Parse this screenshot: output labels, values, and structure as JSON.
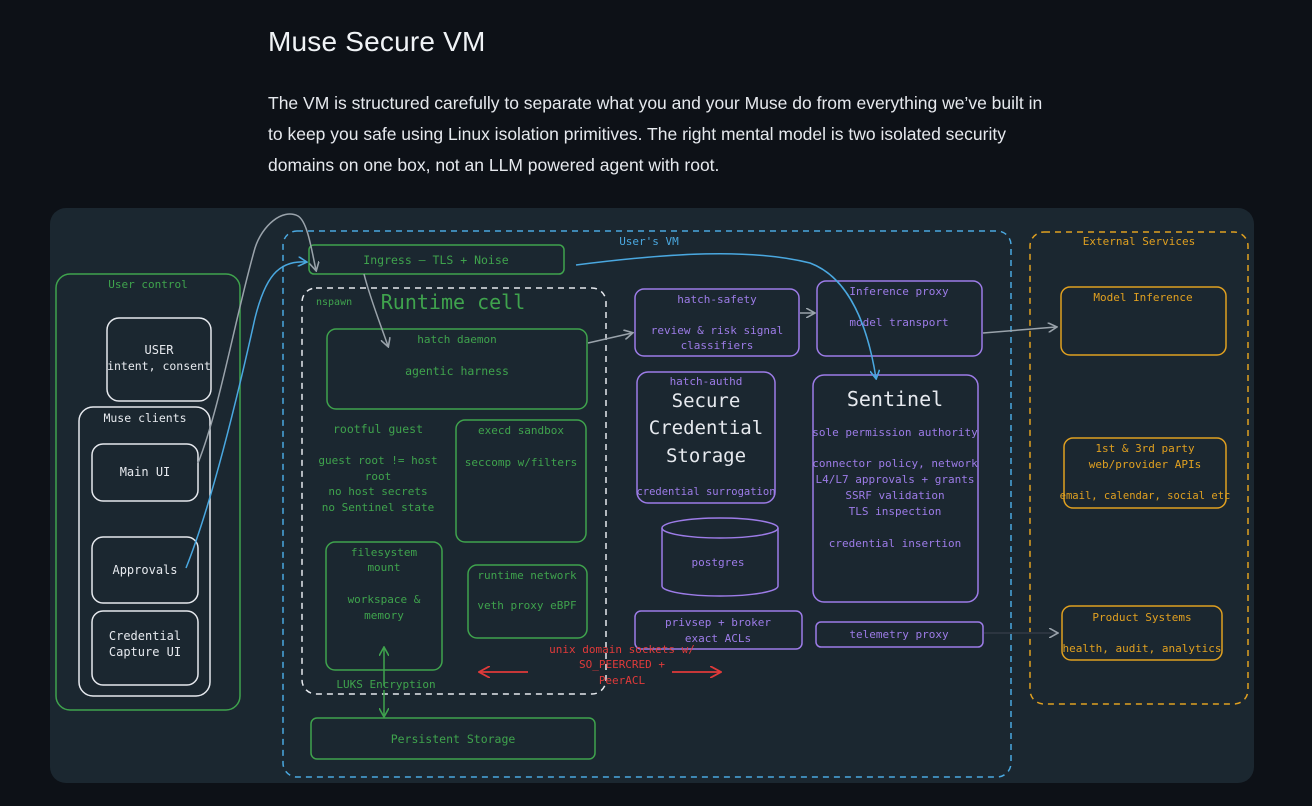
{
  "page": {
    "title": "Muse Secure VM",
    "intro": "The VM is structured carefully to separate what you and your Muse do from everything we’ve built in to keep you safe using Linux isolation primitives. The right mental model is two isolated security domains on one box, not an LLM powered agent with root."
  },
  "colors": {
    "green": "#3fa34d",
    "blue": "#4aa8e0",
    "purple": "#9d7ce8",
    "orange": "#e0a020",
    "white": "#e6e9ee",
    "red": "#e03a3a",
    "gray": "#9aa3ab"
  },
  "diagram": {
    "user_control": {
      "label": "User control",
      "user_line1": "USER",
      "user_line2": "intent, consent",
      "clients_label": "Muse clients",
      "main_ui": "Main UI",
      "approvals": "Approvals",
      "credential_line1": "Credential",
      "credential_line2": "Capture UI"
    },
    "users_vm": {
      "label": "User's VM",
      "ingress": "Ingress – TLS + Noise",
      "nspawn": "nspawn",
      "runtime_cell": "Runtime cell",
      "hatch_daemon_title": "hatch daemon",
      "hatch_daemon_body": "agentic harness",
      "rootful_title": "rootful guest",
      "rootful_line1": "guest root != host",
      "rootful_line2": "root",
      "rootful_line3": "no host secrets",
      "rootful_line4": "no Sentinel state",
      "execd_title": "execd sandbox",
      "execd_body": "seccomp w/filters",
      "fs_title1": "filesystem",
      "fs_title2": "mount",
      "fs_body1": "workspace &",
      "fs_body2": "memory",
      "runtime_network_title": "runtime network",
      "runtime_network_body": "veth proxy eBPF",
      "luks": "LUKS Encryption",
      "persistent_storage": "Persistent Storage",
      "hatch_safety_title": "hatch-safety",
      "hatch_safety_line1": "review & risk signal",
      "hatch_safety_line2": "classifiers",
      "inference_proxy_title": "Inference proxy",
      "inference_proxy_body": "model transport",
      "authd_title": "hatch-authd",
      "authd_big1": "Secure",
      "authd_big2": "Credential",
      "authd_big3": "Storage",
      "authd_body": "credential surrogation",
      "sentinel_title": "Sentinel",
      "sentinel_line1": "sole permission authority",
      "sentinel_line2": "connector policy, network",
      "sentinel_line3": "L4/L7 approvals + grants",
      "sentinel_line4": "SSRF validation",
      "sentinel_line5": "TLS inspection",
      "sentinel_line6": "credential insertion",
      "postgres": "postgres",
      "privsep_line1": "privsep + broker",
      "privsep_line2": "exact ACLs",
      "telemetry": "telemetry proxy",
      "uds_line1": "unix domain sockets w/",
      "uds_line2": "SO_PEERCRED +",
      "uds_line3": "PeerACL"
    },
    "external": {
      "label": "External Services",
      "model_inference": "Model Inference",
      "apis_line1": "1st & 3rd party",
      "apis_line2": "web/provider APIs",
      "apis_line3": "email, calendar, social etc",
      "product_title": "Product Systems",
      "product_body": "health, audit, analytics"
    }
  }
}
